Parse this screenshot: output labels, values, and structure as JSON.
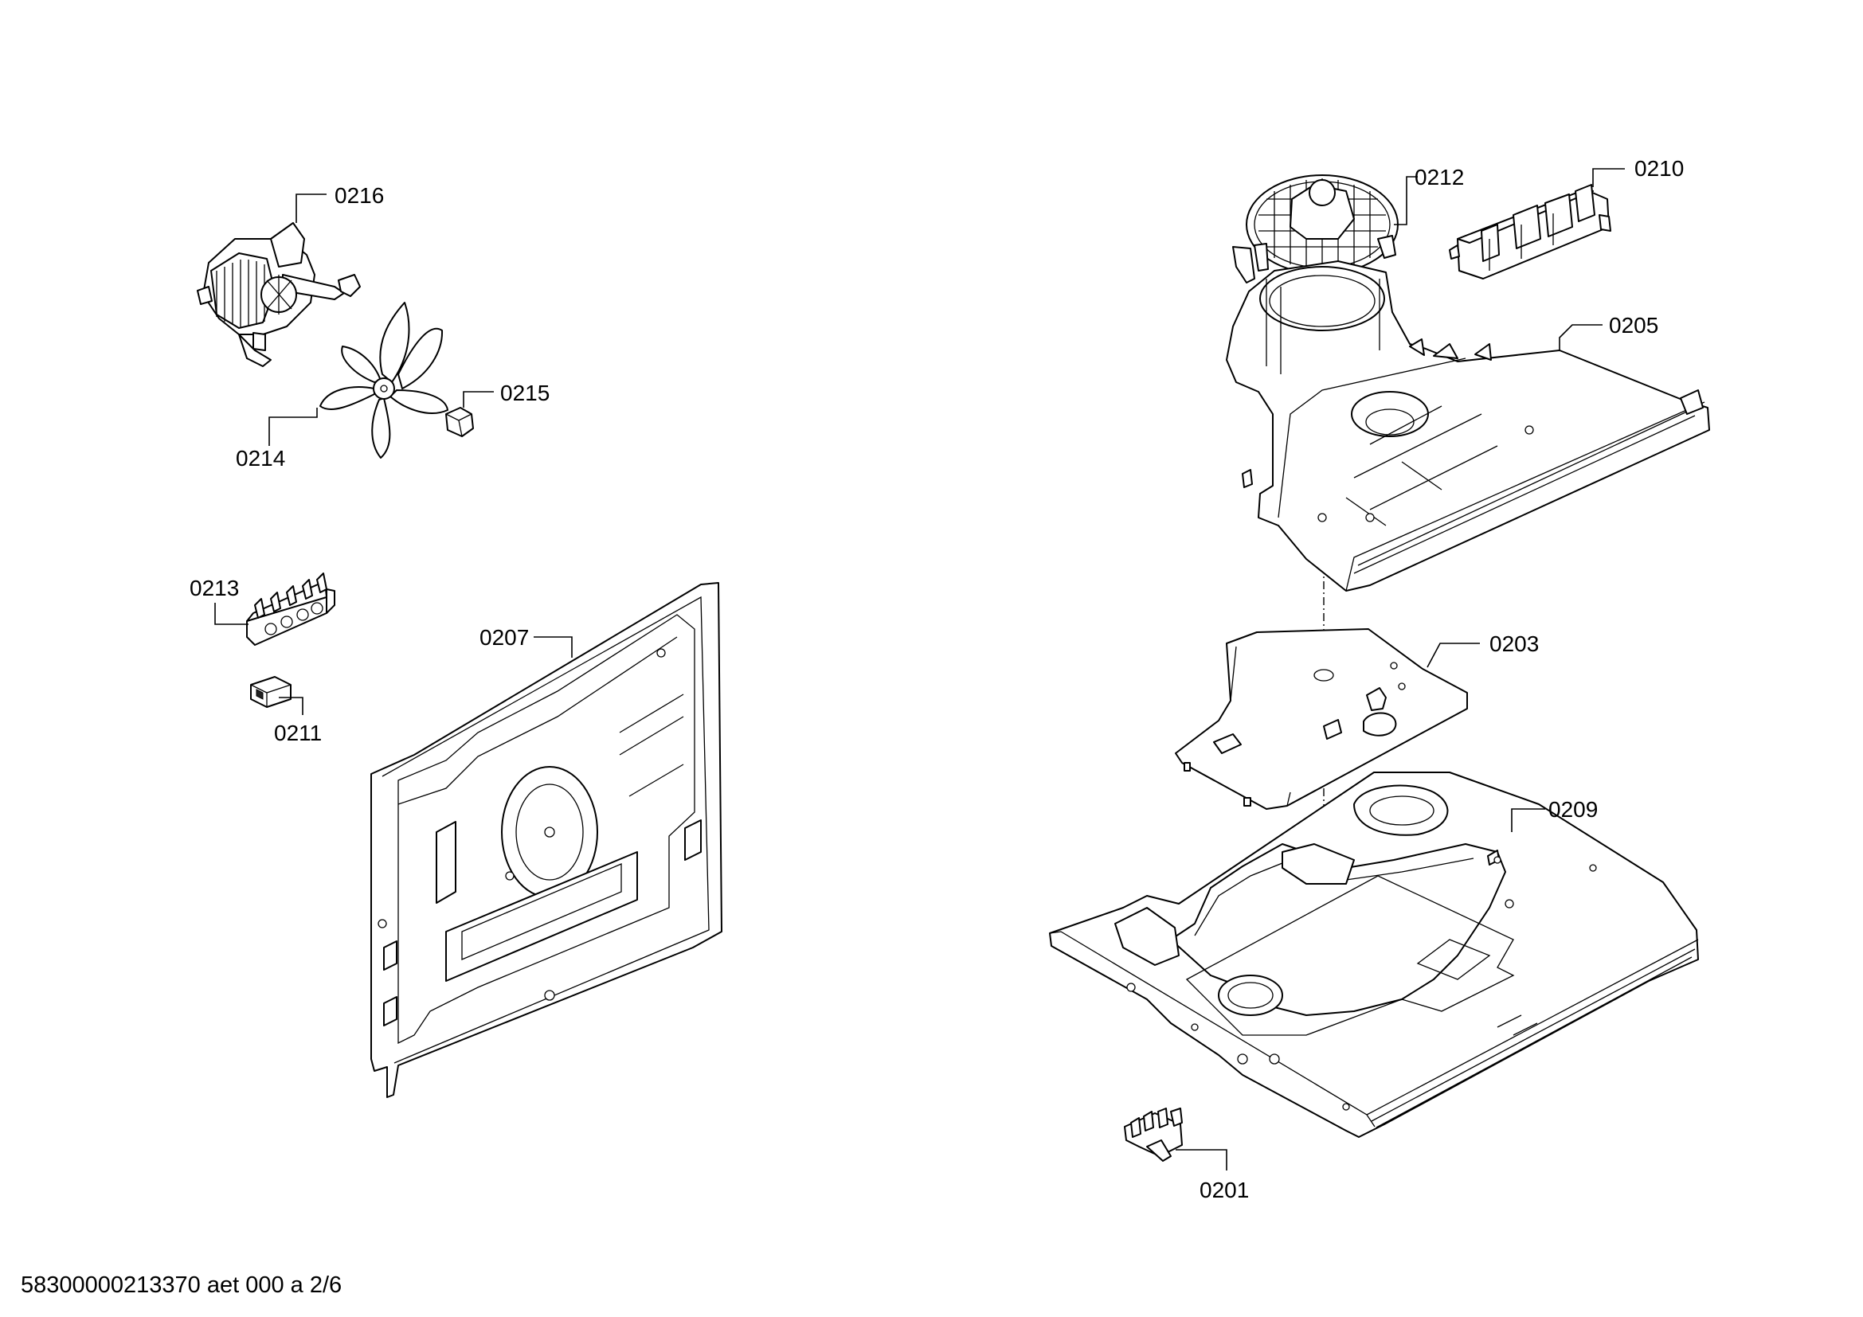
{
  "parts": [
    {
      "id": "p0216",
      "label": "0216",
      "icon": "fan-motor-icon"
    },
    {
      "id": "p0215",
      "label": "0215",
      "icon": "nut-icon"
    },
    {
      "id": "p0214",
      "label": "0214",
      "icon": "fan-blade-icon"
    },
    {
      "id": "p0213",
      "label": "0213",
      "icon": "terminal-block-icon"
    },
    {
      "id": "p0211",
      "label": "0211",
      "icon": "connector-icon"
    },
    {
      "id": "p0207",
      "label": "0207",
      "icon": "rear-panel-icon"
    },
    {
      "id": "p0212",
      "label": "0212",
      "icon": "cooling-fan-icon"
    },
    {
      "id": "p0210",
      "label": "0210",
      "icon": "relay-board-icon"
    },
    {
      "id": "p0205",
      "label": "0205",
      "icon": "air-duct-icon"
    },
    {
      "id": "p0203",
      "label": "0203",
      "icon": "insulation-plate-icon"
    },
    {
      "id": "p0209",
      "label": "0209",
      "icon": "base-plate-icon"
    },
    {
      "id": "p0201",
      "label": "0201",
      "icon": "terminal-icon"
    }
  ],
  "footer": "58300000213370 aet 000 a 2/6"
}
